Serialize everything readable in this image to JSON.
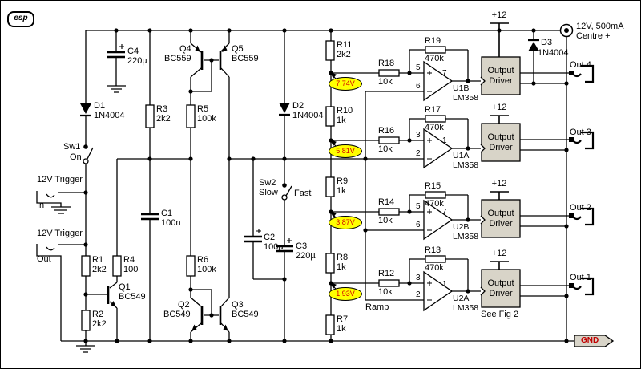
{
  "logo": "esp",
  "colors": {
    "test_point_fill": "#ffff00",
    "test_point_text": "#d40000",
    "driver_fill": "#d8d4c8",
    "wire": "#000000",
    "gnd_text": "#c00000"
  },
  "supply": {
    "v": "+12",
    "connector_line1": "12V, 500mA",
    "connector_line2": "Centre +",
    "gnd": "GND"
  },
  "triggers": {
    "t_in": {
      "title": "12V Trigger",
      "port": "In"
    },
    "t_out": {
      "title": "12V Trigger",
      "port": "Out"
    }
  },
  "switches": {
    "sw1": {
      "name": "Sw1",
      "state": "On"
    },
    "sw2": {
      "name": "Sw2",
      "left": "Slow",
      "right": "Fast"
    }
  },
  "res": {
    "r1": {
      "ref": "R1",
      "val": "2k2"
    },
    "r2": {
      "ref": "R2",
      "val": "2k2"
    },
    "r3": {
      "ref": "R3",
      "val": "2k2"
    },
    "r4": {
      "ref": "R4",
      "val": "100"
    },
    "r5": {
      "ref": "R5",
      "val": "100k"
    },
    "r6": {
      "ref": "R6",
      "val": "100k"
    },
    "r7": {
      "ref": "R7",
      "val": "1k"
    },
    "r8": {
      "ref": "R8",
      "val": "1k"
    },
    "r9": {
      "ref": "R9",
      "val": "1k"
    },
    "r10": {
      "ref": "R10",
      "val": "1k"
    },
    "r11": {
      "ref": "R11",
      "val": "2k2"
    },
    "r12": {
      "ref": "R12",
      "val": "10k"
    },
    "r13": {
      "ref": "R13",
      "val": "470k"
    },
    "r14": {
      "ref": "R14",
      "val": "10k"
    },
    "r15": {
      "ref": "R15",
      "val": "470k"
    },
    "r16": {
      "ref": "R16",
      "val": "10k"
    },
    "r17": {
      "ref": "R17",
      "val": "470k"
    },
    "r18": {
      "ref": "R18",
      "val": "10k"
    },
    "r19": {
      "ref": "R19",
      "val": "470k"
    }
  },
  "caps": {
    "c1": {
      "ref": "C1",
      "val": "100n"
    },
    "c2": {
      "ref": "C2",
      "val": "100µ"
    },
    "c3": {
      "ref": "C3",
      "val": "220µ"
    },
    "c4": {
      "ref": "C4",
      "val": "220µ"
    }
  },
  "diodes": {
    "d1": {
      "ref": "D1",
      "part": "1N4004"
    },
    "d2": {
      "ref": "D2",
      "part": "1N4004"
    },
    "d3": {
      "ref": "D3",
      "part": "1N4004"
    }
  },
  "trans": {
    "q1": {
      "ref": "Q1",
      "part": "BC549"
    },
    "q2": {
      "ref": "Q2",
      "part": "BC549"
    },
    "q3": {
      "ref": "Q3",
      "part": "BC549"
    },
    "q4": {
      "ref": "Q4",
      "part": "BC559"
    },
    "q5": {
      "ref": "Q5",
      "part": "BC559"
    }
  },
  "opamps": {
    "u1b": {
      "ref": "U1B",
      "part": "LM358",
      "pin_p": "5",
      "pin_m": "6",
      "pin_o": "7"
    },
    "u1a": {
      "ref": "U1A",
      "part": "LM358",
      "pin_p": "3",
      "pin_m": "2",
      "pin_o": "1"
    },
    "u2b": {
      "ref": "U2B",
      "part": "LM358",
      "pin_p": "5",
      "pin_m": "6",
      "pin_o": "7"
    },
    "u2a": {
      "ref": "U2A",
      "part": "LM358",
      "pin_p": "3",
      "pin_m": "2",
      "pin_o": "1"
    }
  },
  "test_points": {
    "tp4": "7.74V",
    "tp3": "5.81V",
    "tp2": "3.87V",
    "tp1": "1.93V"
  },
  "outputs": {
    "out4": "Out 4",
    "out3": "Out 3",
    "out2": "Out 2",
    "out1": "Out 1"
  },
  "driver": {
    "label": "Output Driver",
    "note": "See Fig 2"
  },
  "ramp_label": "Ramp"
}
